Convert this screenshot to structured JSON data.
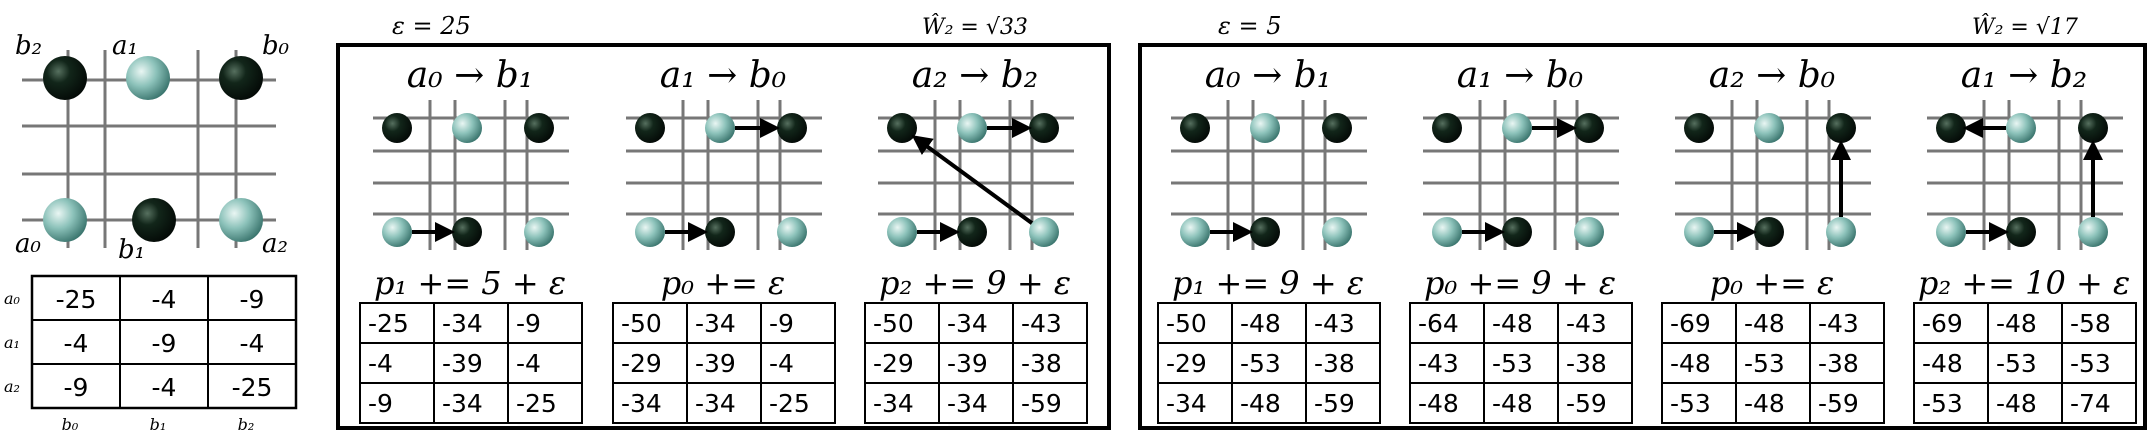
{
  "panels": [
    {
      "id": "eps25",
      "epsilon_label": "ε = 25",
      "w2_label": "Ŵ₂ = √33"
    },
    {
      "id": "eps5",
      "epsilon_label": "ε = 5",
      "w2_label": "Ŵ₂ = √17"
    }
  ],
  "big_labels": {
    "b2": "b₂",
    "a1": "a₁",
    "b0": "b₀",
    "a0": "a₀",
    "b1": "b₁",
    "a2": "a₂"
  },
  "cost_row_labels": [
    "a₀",
    "a₁",
    "a₂"
  ],
  "cost_col_labels": [
    "b₀",
    "b₁",
    "b₂"
  ],
  "cost_matrix": [
    [
      "-25",
      "-4",
      "-9"
    ],
    [
      "-4",
      "-9",
      "-4"
    ],
    [
      "-9",
      "-4",
      "-25"
    ]
  ],
  "colors": {
    "supply": "#7fb8b0",
    "demand": "#0c1a12",
    "grid": "#777777"
  },
  "steps": [
    {
      "panel": 0,
      "arrow": "a₀ → b₁",
      "update": "p₁ += 5 + ε",
      "matrix": [
        [
          "-25",
          "-34",
          "-9"
        ],
        [
          "-4",
          "-39",
          "-4"
        ],
        [
          "-9",
          "-34",
          "-25"
        ]
      ],
      "moves": [
        [
          "a0",
          "b1"
        ]
      ]
    },
    {
      "panel": 0,
      "arrow": "a₁ → b₀",
      "update": "p₀ += ε",
      "matrix": [
        [
          "-50",
          "-34",
          "-9"
        ],
        [
          "-29",
          "-39",
          "-4"
        ],
        [
          "-34",
          "-34",
          "-25"
        ]
      ],
      "moves": [
        [
          "a0",
          "b1"
        ],
        [
          "a1",
          "b0"
        ]
      ]
    },
    {
      "panel": 0,
      "arrow": "a₂ → b₂",
      "update": "p₂ += 9 + ε",
      "matrix": [
        [
          "-50",
          "-34",
          "-43"
        ],
        [
          "-29",
          "-39",
          "-38"
        ],
        [
          "-34",
          "-34",
          "-59"
        ]
      ],
      "moves": [
        [
          "a0",
          "b1"
        ],
        [
          "a1",
          "b0"
        ],
        [
          "a2",
          "b2"
        ]
      ]
    },
    {
      "panel": 1,
      "arrow": "a₀ → b₁",
      "update": "p₁ += 9 + ε",
      "matrix": [
        [
          "-50",
          "-48",
          "-43"
        ],
        [
          "-29",
          "-53",
          "-38"
        ],
        [
          "-34",
          "-48",
          "-59"
        ]
      ],
      "moves": [
        [
          "a0",
          "b1"
        ]
      ]
    },
    {
      "panel": 1,
      "arrow": "a₁ → b₀",
      "update": "p₀ += 9 + ε",
      "matrix": [
        [
          "-64",
          "-48",
          "-43"
        ],
        [
          "-43",
          "-53",
          "-38"
        ],
        [
          "-48",
          "-48",
          "-59"
        ]
      ],
      "moves": [
        [
          "a0",
          "b1"
        ],
        [
          "a1",
          "b0"
        ]
      ]
    },
    {
      "panel": 1,
      "arrow": "a₂ → b₀",
      "update": "p₀ += ε",
      "matrix": [
        [
          "-69",
          "-48",
          "-43"
        ],
        [
          "-48",
          "-53",
          "-38"
        ],
        [
          "-53",
          "-48",
          "-59"
        ]
      ],
      "moves": [
        [
          "a0",
          "b1"
        ],
        [
          "a2",
          "b0"
        ]
      ]
    },
    {
      "panel": 1,
      "arrow": "a₁ → b₂",
      "update": "p₂ += 10 + ε",
      "matrix": [
        [
          "-69",
          "-48",
          "-58"
        ],
        [
          "-48",
          "-53",
          "-53"
        ],
        [
          "-53",
          "-48",
          "-74"
        ]
      ],
      "moves": [
        [
          "a0",
          "b1"
        ],
        [
          "a2",
          "b0"
        ],
        [
          "a1",
          "b2"
        ]
      ]
    }
  ]
}
